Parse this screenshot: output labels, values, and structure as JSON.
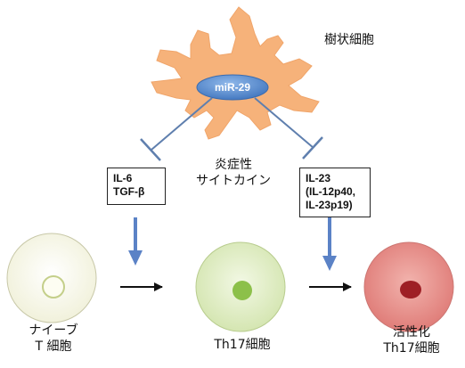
{
  "dendritic_cell": {
    "label": "樹状細胞",
    "mirna": "miR-29"
  },
  "cytokine_title": {
    "line1": "炎症性",
    "line2": "サイトカイン"
  },
  "box_left": {
    "line1": "IL-6",
    "line2": "TGF-β"
  },
  "box_right": {
    "line1": "IL-23",
    "line2": "(IL-12p40,",
    "line3": "IL-23p19)"
  },
  "cells": {
    "naive": {
      "line1": "ナイーブ",
      "line2": "T 細胞"
    },
    "th17": {
      "line1": "Th17細胞"
    },
    "activated": {
      "line1": "活性化",
      "line2": "Th17細胞"
    }
  },
  "colors": {
    "dendritic_fill": "#f6b27a",
    "mirna_fill": "#5b8fd0",
    "inhibit_line": "#5f7fae",
    "block_arrow": "#5b82c6",
    "naive_fill": "#fbfbf0",
    "th17_fill": "#dfecc4",
    "th17_nucleus": "#8cc04a",
    "active_fill": "#e78b88",
    "active_nucleus": "#9e1f25"
  }
}
